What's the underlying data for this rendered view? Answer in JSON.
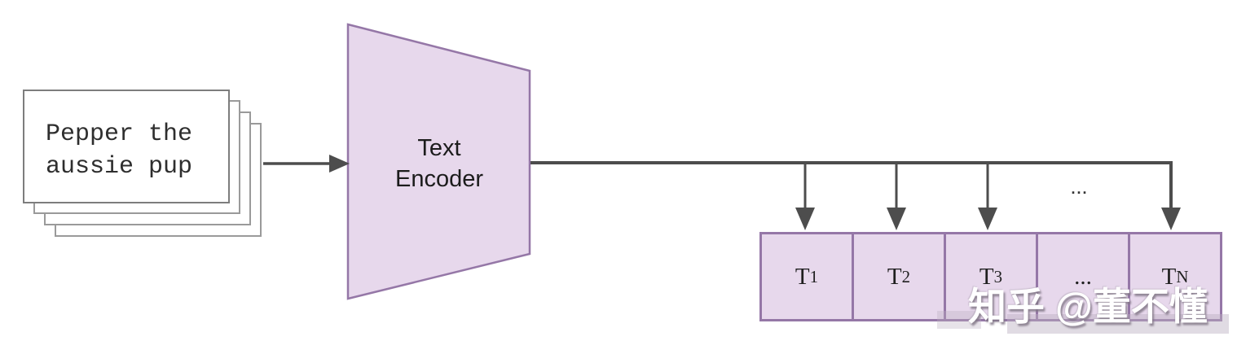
{
  "prompt_card": {
    "line1": "Pepper the",
    "line2": "aussie pup"
  },
  "encoder": {
    "line1": "Text",
    "line2": "Encoder"
  },
  "ellipsis_top": "...",
  "embeddings": [
    {
      "main": "T",
      "sub": "1"
    },
    {
      "main": "T",
      "sub": "2"
    },
    {
      "main": "T",
      "sub": "3"
    },
    {
      "main": "...",
      "sub": ""
    },
    {
      "main": "T",
      "sub": "N"
    }
  ],
  "watermark": "知乎 @董不懂",
  "colors": {
    "box_fill": "#e7d8ec",
    "box_border": "#9577a7",
    "line": "#4d4d4d"
  }
}
